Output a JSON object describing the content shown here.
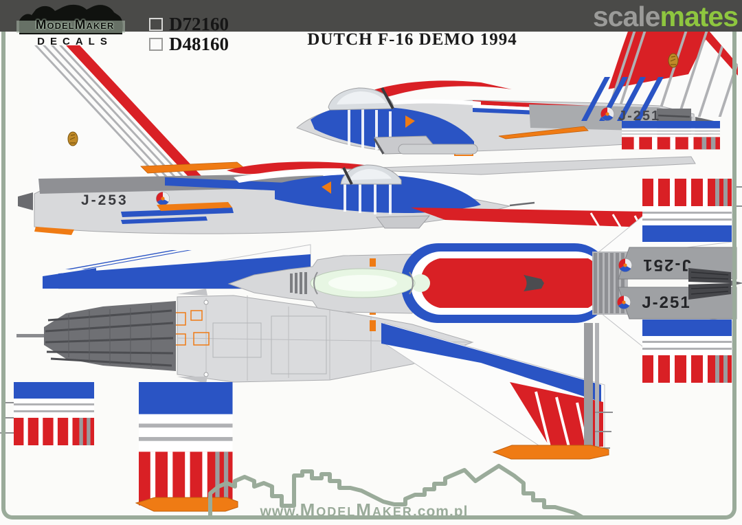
{
  "header": {
    "products": [
      {
        "code": "D72160"
      },
      {
        "code": "D48160"
      }
    ],
    "title": "DUTCH F-16 DEMO 1994",
    "brand": {
      "name": "ModelMaker",
      "sub": "DECALS"
    },
    "scalemates": {
      "gray_part": "scale",
      "green_part": "mates"
    }
  },
  "markings": {
    "side_top": "J-251",
    "side_mid": "J-253",
    "stab_upper": "J-251",
    "stab_lower": "J-251"
  },
  "footer": {
    "url_www": "www.",
    "url_name": "ModelMaker",
    "url_tld": ".com.pl"
  },
  "colors": {
    "flag_red": "#d92025",
    "flag_blue": "#2a54c4",
    "orange": "#ef7b14",
    "sage_green": "#9aab9a",
    "scalemates_green": "#8ec63f",
    "topbar_gray": "#4a4a48",
    "gold_lion": "#c08a28"
  }
}
